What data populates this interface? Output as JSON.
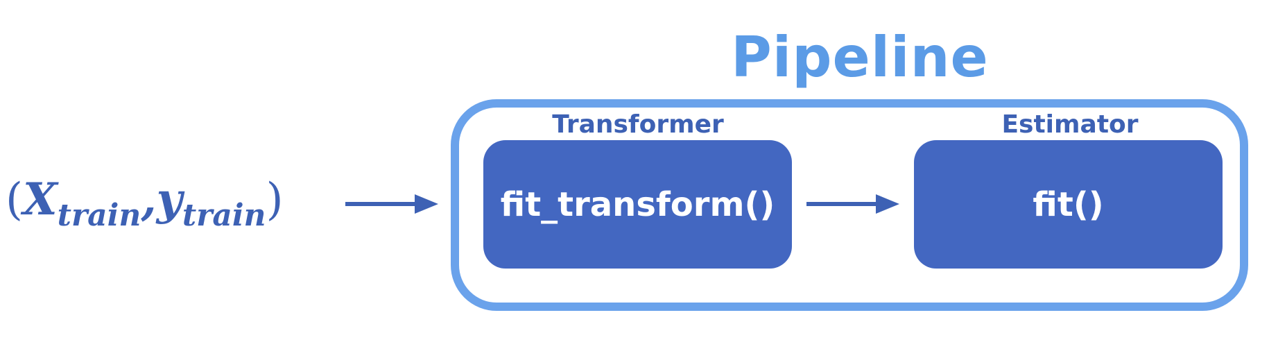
{
  "title": "Pipeline",
  "input": {
    "x_symbol": "X",
    "x_subscript": "train",
    "separator": ",",
    "y_symbol": "y",
    "y_subscript": "train",
    "open_paren": "(",
    "close_paren": ")"
  },
  "stages": [
    {
      "label": "Transformer",
      "method": "fit_transform()"
    },
    {
      "label": "Estimator",
      "method": "fit()"
    }
  ],
  "colors": {
    "title": "#5B9BE6",
    "container_border": "#6AA2EB",
    "stage_fill": "#4367C1",
    "label_text": "#3D61B4",
    "arrow": "#3D61B4"
  }
}
